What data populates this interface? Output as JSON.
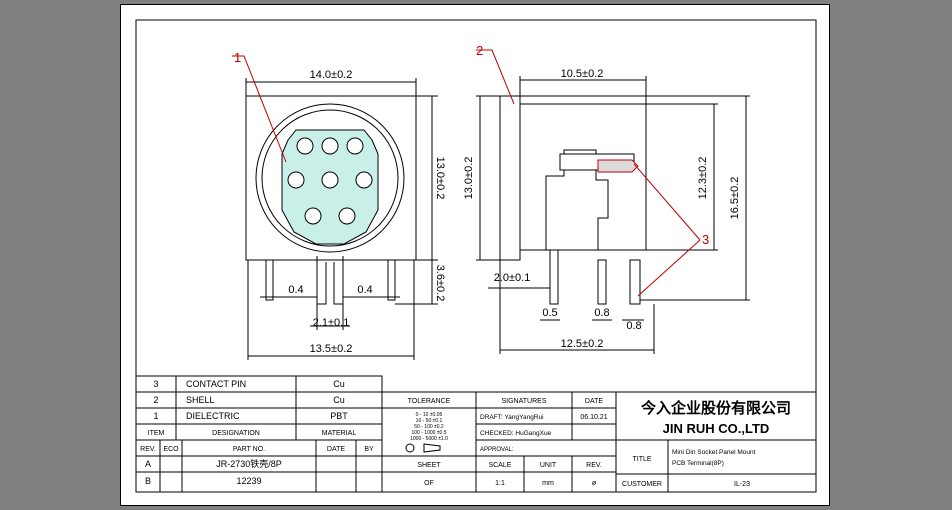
{
  "callouts": {
    "c1": "1",
    "c2": "2",
    "c3": "3"
  },
  "front_view": {
    "width": "14.0±0.2",
    "height": "13.0±0.2",
    "pin_offset_left": "0.4",
    "pin_offset_right": "0.4",
    "pin_length": "3.6±0.2",
    "center_pitch": "2.1±0.1",
    "overall_width": "13.5±0.2"
  },
  "side_view": {
    "top_width": "10.5±0.2",
    "body_height": "13.0±0.2",
    "inner_height": "12.3±0.2",
    "overall_height": "16.5±0.2",
    "pin_offset": "2.0±0.1",
    "pin_dia_a": "0.5",
    "pin_dia_b": "0.8",
    "pin_dia_c": "0.8",
    "overall_width": "12.5±0.2"
  },
  "bom": {
    "rows": [
      {
        "item": "3",
        "designation": "CONTACT PIN",
        "material": "Cu"
      },
      {
        "item": "2",
        "designation": "SHELL",
        "material": "Cu"
      },
      {
        "item": "1",
        "designation": "DIELECTRIC",
        "material": "PBT"
      }
    ],
    "headers": {
      "item": "ITEM",
      "designation": "DESIGNATION",
      "material": "MATERIAL"
    }
  },
  "revision": {
    "headers": {
      "rev": "REV.",
      "eco": "ECO",
      "part_no": "PART NO.",
      "date": "DATE",
      "by": "BY"
    },
    "rows": [
      {
        "rev": "A",
        "part_no": "JR-2730铁壳/8P"
      },
      {
        "rev": "B",
        "part_no": "12239"
      }
    ]
  },
  "tolerance": {
    "label": "TOLERANCE",
    "lines": [
      "0 - 10  ±0.05",
      "10 - 50  ±0.1",
      "50 - 100  ±0.2",
      "100 - 1000  ±0.5",
      "1000 - 5000  ±1.0"
    ]
  },
  "signatures": {
    "label": "SIGNATURES",
    "date_label": "DATE",
    "draft": "DRAFT: YangYangRui",
    "date": "06.10.21",
    "checked": "CHECKED: HuGangXue",
    "approval": "APPROVAL:"
  },
  "sheet_info": {
    "sheet_label": "SHEET",
    "scale_label": "SCALE",
    "unit_label": "UNIT",
    "rev_label": "REV.",
    "sheet_value": "OF",
    "scale_value": "1:1",
    "unit_value": "mm",
    "rev_value": "ø"
  },
  "company": {
    "name_cn": "今入企业股份有限公司",
    "name_en": "JIN RUH CO.,LTD"
  },
  "title_block": {
    "title_label": "TITLE",
    "title_line1": "Mini Din Socket Panel Mount",
    "title_line2": "PCB Terminal(8P)",
    "customer_label": "CUSTOMER",
    "drawing_no": "IL-23"
  }
}
